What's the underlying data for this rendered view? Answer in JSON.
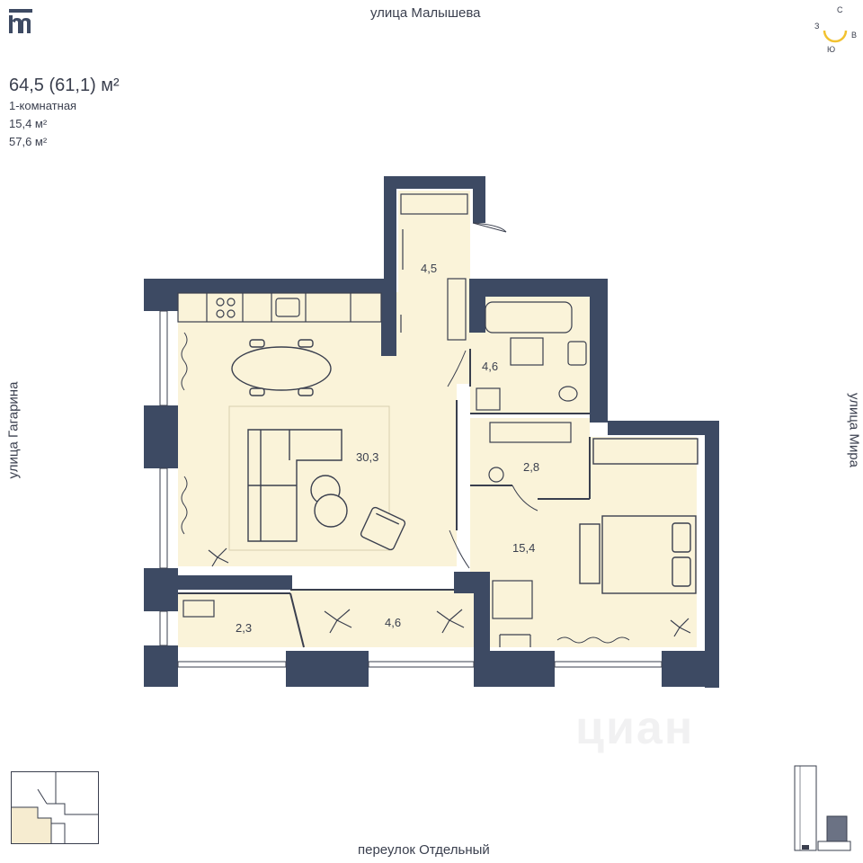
{
  "header": {
    "logo_glyph": "m",
    "top_street": "улица Малышева"
  },
  "apartment": {
    "area_line": "64,5 (61,1) м²",
    "rooms": "1-комнатная",
    "living_area": "15,4 м²",
    "area_without_balcony": "57,6 м²"
  },
  "streets": {
    "left": "улица Гагарина",
    "right": "улица Мира",
    "bottom": "переулок Отдельный"
  },
  "compass": {
    "north": "С",
    "west": "З",
    "east": "В",
    "south": "Ю",
    "accent_color": "#f2c230"
  },
  "rooms": {
    "hallway": "4,5",
    "bathroom": "4,6",
    "living": "30,3",
    "storage": "2,8",
    "bedroom": "15,4",
    "loggia_small": "2,3",
    "loggia_large": "4,6"
  },
  "watermark": "циан",
  "colors": {
    "wall": "#3d4a63",
    "floor": "#faf3d9",
    "line": "#3a3f4e"
  }
}
